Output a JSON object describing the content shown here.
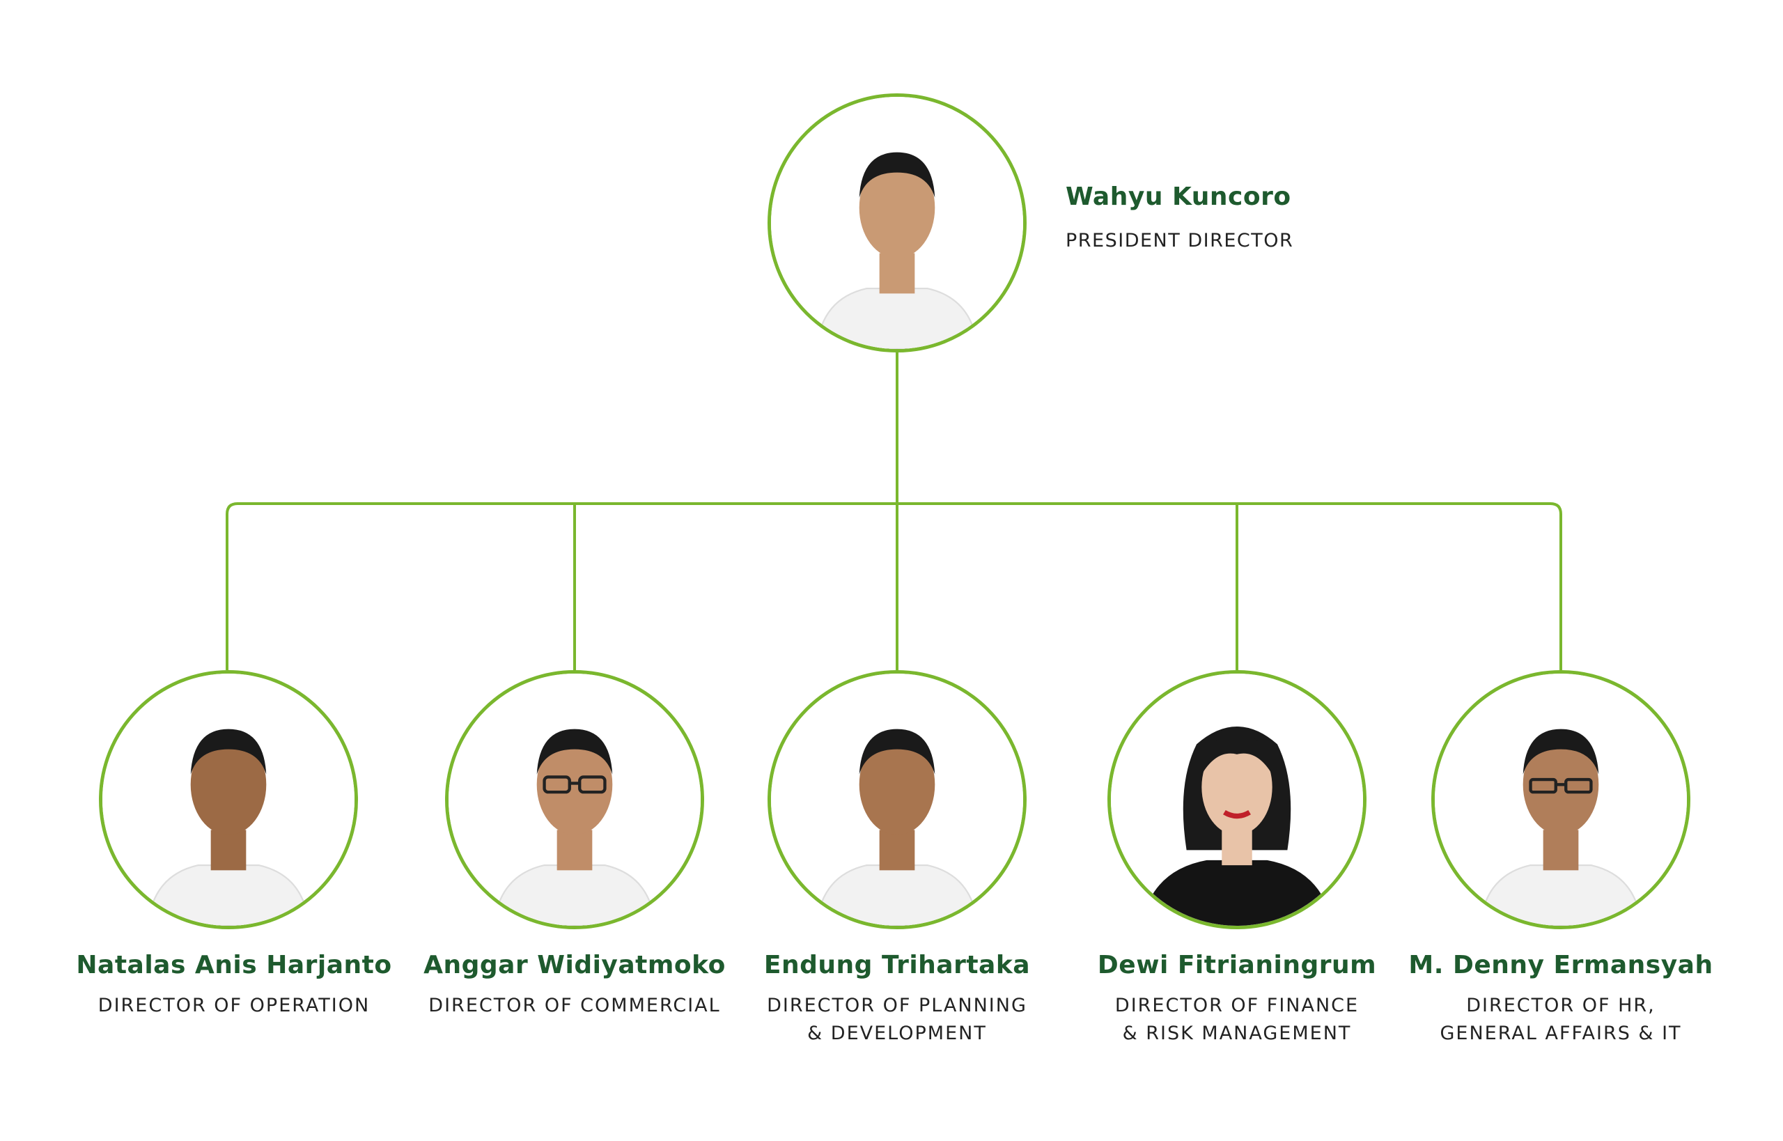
{
  "colors": {
    "line": "#7ab72e",
    "name": "#1e5a2e",
    "title": "#222222"
  },
  "president": {
    "name": "Wahyu Kuncoro",
    "title": "PRESIDENT DIRECTOR",
    "photo_icon": "person-photo"
  },
  "directors": [
    {
      "name": "Natalas Anis Harjanto",
      "title_lines": [
        "DIRECTOR OF OPERATION"
      ],
      "photo_icon": "person-photo"
    },
    {
      "name": "Anggar Widiyatmoko",
      "title_lines": [
        "DIRECTOR OF COMMERCIAL"
      ],
      "photo_icon": "person-photo"
    },
    {
      "name": "Endung Trihartaka",
      "title_lines": [
        "DIRECTOR OF PLANNING",
        "& DEVELOPMENT"
      ],
      "photo_icon": "person-photo"
    },
    {
      "name": "Dewi Fitrianingrum",
      "title_lines": [
        "DIRECTOR OF FINANCE",
        "& RISK MANAGEMENT"
      ],
      "photo_icon": "person-photo"
    },
    {
      "name": "M. Denny Ermansyah",
      "title_lines": [
        "DIRECTOR OF HR,",
        "GENERAL AFFAIRS & IT"
      ],
      "photo_icon": "person-photo"
    }
  ]
}
